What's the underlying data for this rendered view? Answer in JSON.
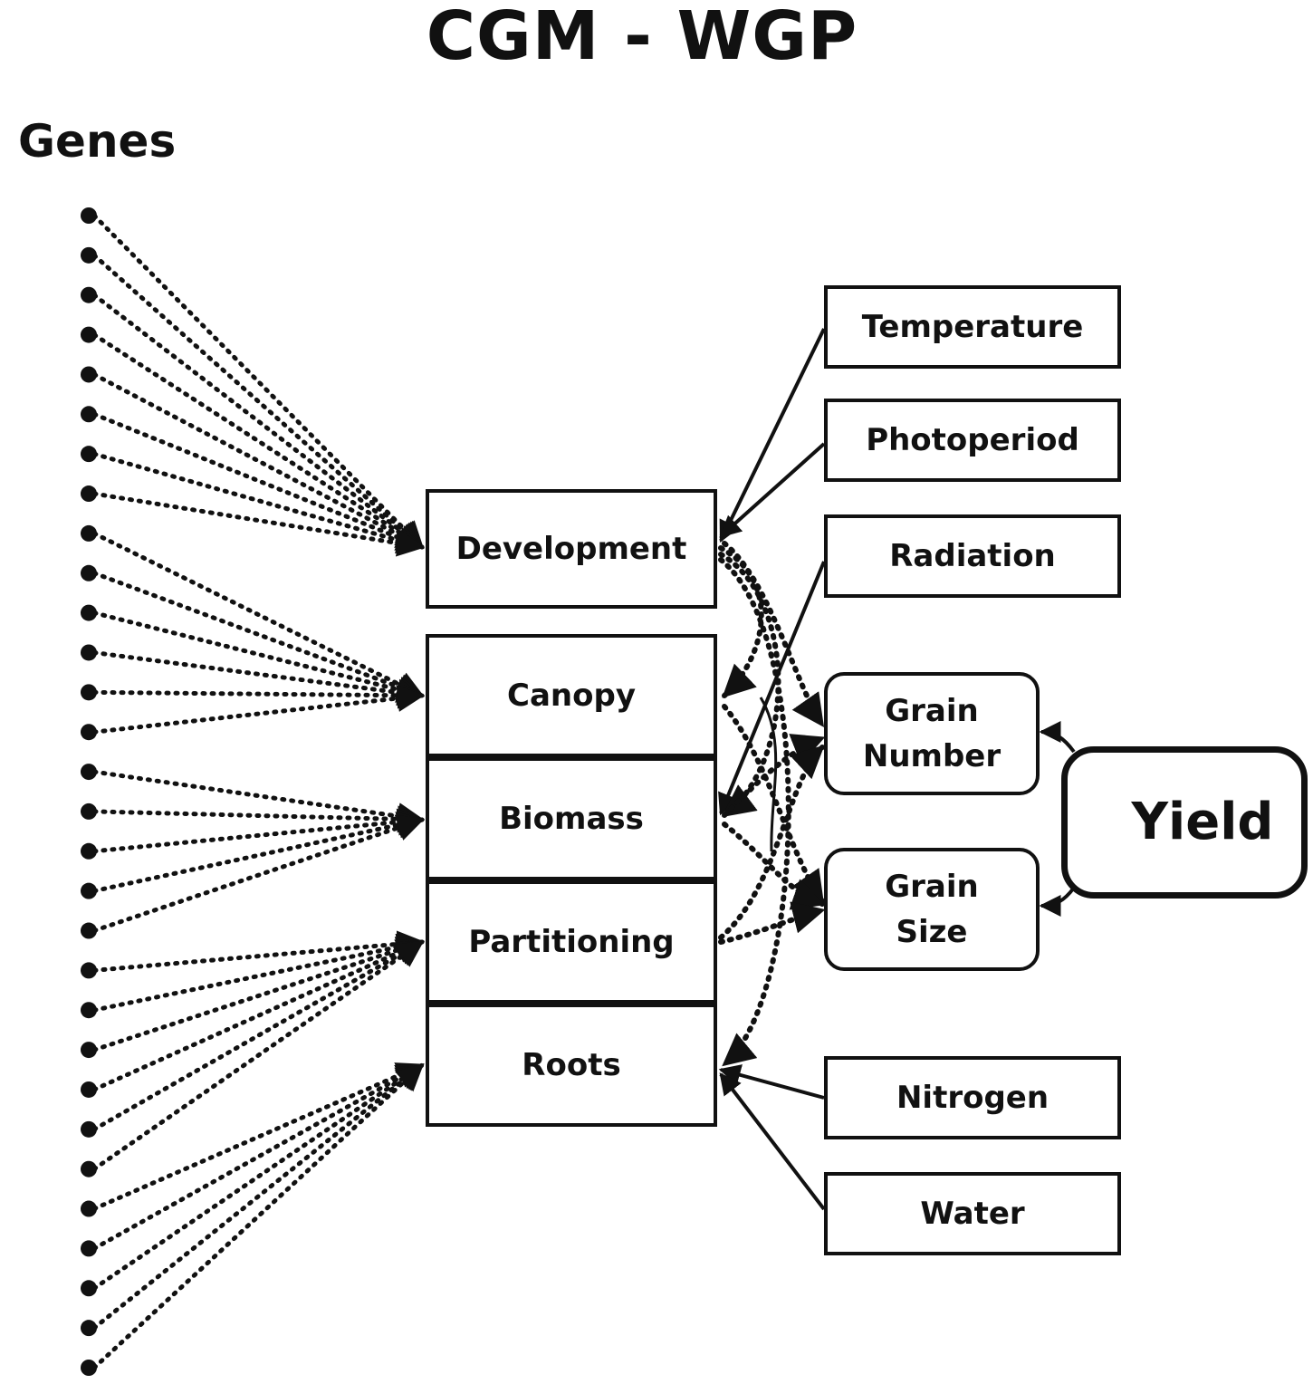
{
  "title": "CGM - WGP",
  "genes_label": "Genes",
  "gene_count": 30,
  "processes": [
    {
      "id": "development",
      "label": "Development"
    },
    {
      "id": "canopy",
      "label": "Canopy"
    },
    {
      "id": "biomass",
      "label": "Biomass"
    },
    {
      "id": "partitioning",
      "label": "Partitioning"
    },
    {
      "id": "roots",
      "label": "Roots"
    }
  ],
  "environment": [
    {
      "id": "temperature",
      "label": "Temperature"
    },
    {
      "id": "photoperiod",
      "label": "Photoperiod"
    },
    {
      "id": "radiation",
      "label": "Radiation"
    },
    {
      "id": "nitrogen",
      "label": "Nitrogen"
    },
    {
      "id": "water",
      "label": "Water"
    }
  ],
  "components": [
    {
      "id": "grain-number",
      "label": "Grain\nNumber"
    },
    {
      "id": "grain-size",
      "label": "Grain\nSize"
    }
  ],
  "yield_label": "Yield"
}
